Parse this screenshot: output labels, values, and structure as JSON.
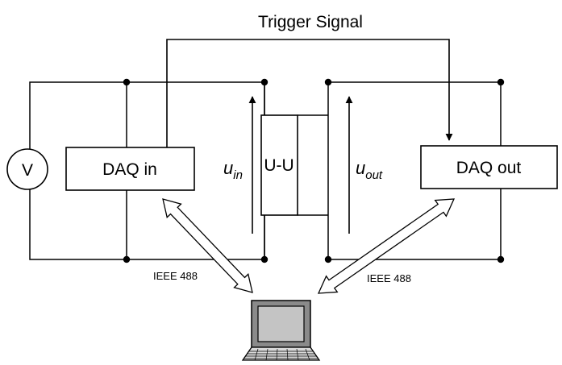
{
  "diagram": {
    "title": "Trigger Signal",
    "voltmeter_label": "V",
    "daq_in_label": "DAQ in",
    "converter_label": "U-U",
    "daq_out_label": "DAQ out",
    "u_in": {
      "main": "u",
      "sub": "in"
    },
    "u_out": {
      "main": "u",
      "sub": "out"
    },
    "bus_left_label": "IEEE 488",
    "bus_right_label": "IEEE 488"
  }
}
